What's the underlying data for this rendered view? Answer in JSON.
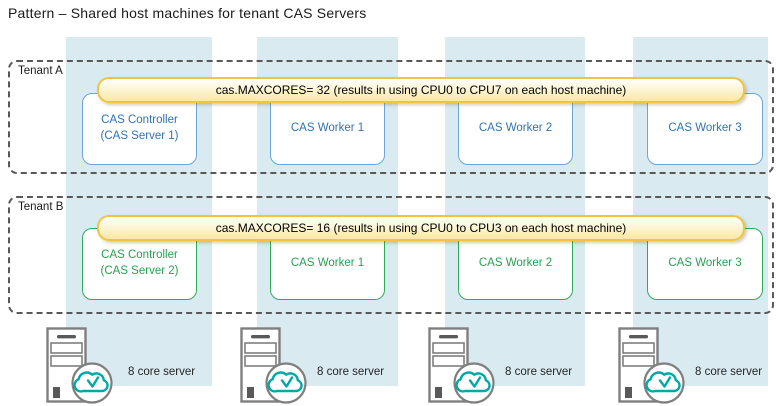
{
  "title": "Pattern – Shared host machines for tenant CAS Servers",
  "colors": {
    "column_fill": "#d9eaf1",
    "tenant_dash_border": "#595959",
    "tenant_a_border": "#6ea4d8",
    "tenant_a_text": "#2e74b5",
    "tenant_b_border": "#2fab58",
    "tenant_b_text": "#27a152",
    "banner_border": "#efc53f",
    "banner_fill": "#faecae",
    "server_icon_gray": "#7f7f7f",
    "cloud_icon_teal": "#00a9a7"
  },
  "tenants": [
    {
      "label": "Tenant A",
      "banner": "cas.MAXCORES= 32 (results in using CPU0 to CPU7 on each host machine)",
      "nodes": [
        {
          "label": "CAS Controller\n(CAS Server 1)"
        },
        {
          "label": "CAS Worker 1"
        },
        {
          "label": "CAS Worker 2"
        },
        {
          "label": "CAS Worker 3"
        }
      ]
    },
    {
      "label": "Tenant B",
      "banner": "cas.MAXCORES= 16 (results in using CPU0 to CPU3 on each host machine)",
      "nodes": [
        {
          "label": "CAS Controller\n(CAS Server 2)"
        },
        {
          "label": "CAS Worker 1"
        },
        {
          "label": "CAS Worker 2"
        },
        {
          "label": "CAS Worker 3"
        }
      ]
    }
  ],
  "hosts": [
    {
      "label": "8 core server"
    },
    {
      "label": "8 core server"
    },
    {
      "label": "8 core server"
    },
    {
      "label": "8 core server"
    }
  ]
}
